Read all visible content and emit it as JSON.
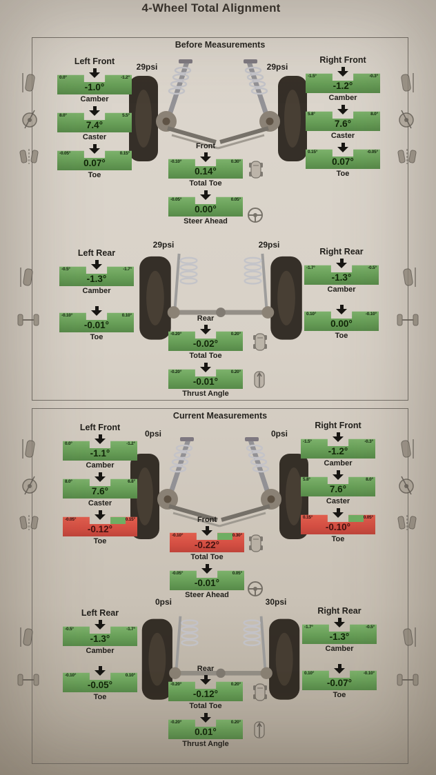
{
  "title": "4-Wheel Total Alignment",
  "colors": {
    "ok_bar": "#6fae63",
    "alert_bar": "#d44f43",
    "arrow": "#181613",
    "paper": "#d8d1c7"
  },
  "icons": {
    "down-arrow": "solid black arrow pointing down",
    "camber": "front-view tilted wheel",
    "caster": "side-view wheel with axis line",
    "toe": "top-view angled wheels",
    "vehicle": "car top view",
    "steering": "steering wheel",
    "axle": "rear axle top view",
    "thrust": "car top view with direction arrow"
  },
  "sections": {
    "before": {
      "title": "Before Measurements",
      "front": {
        "center_label": "Front",
        "left": {
          "label": "Left Front",
          "psi": "29psi",
          "camber": {
            "left": "0.0°",
            "right": "-1.2°",
            "value": "-1.0°",
            "caption": "Camber",
            "state": "ok"
          },
          "caster": {
            "left": "8.0°",
            "right": "5.5°",
            "value": "7.4°",
            "caption": "Caster",
            "state": "ok"
          },
          "toe": {
            "left": "-0.05°",
            "right": "0.15°",
            "value": "0.07°",
            "caption": "Toe",
            "state": "ok"
          }
        },
        "right": {
          "label": "Right Front",
          "psi": "29psi",
          "camber": {
            "left": "-1.5°",
            "right": "-0.3°",
            "value": "-1.2°",
            "caption": "Camber",
            "state": "ok"
          },
          "caster": {
            "left": "5.8°",
            "right": "8.0°",
            "value": "7.6°",
            "caption": "Caster",
            "state": "ok"
          },
          "toe": {
            "left": "0.15°",
            "right": "-0.05°",
            "value": "0.07°",
            "caption": "Toe",
            "state": "ok"
          }
        },
        "total_toe": {
          "left": "-0.10°",
          "right": "0.30°",
          "value": "0.14°",
          "caption": "Total Toe",
          "state": "ok"
        },
        "steer_ahead": {
          "left": "-0.05°",
          "right": "0.05°",
          "value": "0.00°",
          "caption": "Steer Ahead",
          "state": "ok"
        }
      },
      "rear": {
        "center_label": "Rear",
        "left": {
          "label": "Left Rear",
          "psi": "29psi",
          "camber": {
            "left": "-0.5°",
            "right": "-1.7°",
            "value": "-1.3°",
            "caption": "Camber",
            "state": "ok"
          },
          "toe": {
            "left": "-0.10°",
            "right": "0.10°",
            "value": "-0.01°",
            "caption": "Toe",
            "state": "ok"
          }
        },
        "right": {
          "label": "Right Rear",
          "psi": "29psi",
          "camber": {
            "left": "-1.7°",
            "right": "-0.5°",
            "value": "-1.3°",
            "caption": "Camber",
            "state": "ok"
          },
          "toe": {
            "left": "0.10°",
            "right": "-0.10°",
            "value": "0.00°",
            "caption": "Toe",
            "state": "ok"
          }
        },
        "total_toe": {
          "left": "-0.20°",
          "right": "0.20°",
          "value": "-0.02°",
          "caption": "Total Toe",
          "state": "ok"
        },
        "thrust_angle": {
          "left": "-0.20°",
          "right": "0.20°",
          "value": "-0.01°",
          "caption": "Thrust Angle",
          "state": "ok"
        }
      }
    },
    "current": {
      "title": "Current Measurements",
      "front": {
        "center_label": "Front",
        "left": {
          "label": "Left Front",
          "psi": "0psi",
          "camber": {
            "left": "0.0°",
            "right": "-1.2°",
            "value": "-1.1°",
            "caption": "Camber",
            "state": "ok"
          },
          "caster": {
            "left": "8.0°",
            "right": "6.8°",
            "value": "7.6°",
            "caption": "Caster",
            "state": "ok"
          },
          "toe": {
            "left": "-0.05°",
            "right": "0.15°",
            "value": "-0.12°",
            "caption": "Toe",
            "state": "alert"
          }
        },
        "right": {
          "label": "Right Front",
          "psi": "0psi",
          "camber": {
            "left": "-1.5°",
            "right": "-0.3°",
            "value": "-1.2°",
            "caption": "Camber",
            "state": "ok"
          },
          "caster": {
            "left": "5.8°",
            "right": "8.0°",
            "value": "7.6°",
            "caption": "Caster",
            "state": "ok"
          },
          "toe": {
            "left": "0.15°",
            "right": "-0.05°",
            "value": "-0.10°",
            "caption": "Toe",
            "state": "alert"
          }
        },
        "total_toe": {
          "left": "-0.10°",
          "right": "0.30°",
          "value": "-0.22°",
          "caption": "Total Toe",
          "state": "alert"
        },
        "steer_ahead": {
          "left": "-0.05°",
          "right": "0.05°",
          "value": "-0.01°",
          "caption": "Steer Ahead",
          "state": "ok"
        }
      },
      "rear": {
        "center_label": "Rear",
        "left": {
          "label": "Left Rear",
          "psi": "0psi",
          "camber": {
            "left": "-0.5°",
            "right": "-1.7°",
            "value": "-1.3°",
            "caption": "Camber",
            "state": "ok"
          },
          "toe": {
            "left": "-0.10°",
            "right": "0.10°",
            "value": "-0.05°",
            "caption": "Toe",
            "state": "ok"
          }
        },
        "right": {
          "label": "Right Rear",
          "psi": "30psi",
          "camber": {
            "left": "-1.7°",
            "right": "-0.5°",
            "value": "-1.3°",
            "caption": "Camber",
            "state": "ok"
          },
          "toe": {
            "left": "0.10°",
            "right": "-0.10°",
            "value": "-0.07°",
            "caption": "Toe",
            "state": "ok"
          }
        },
        "total_toe": {
          "left": "-0.20°",
          "right": "0.20°",
          "value": "-0.12°",
          "caption": "Total Toe",
          "state": "ok"
        },
        "thrust_angle": {
          "left": "-0.20°",
          "right": "0.20°",
          "value": "0.01°",
          "caption": "Thrust Angle",
          "state": "ok"
        }
      }
    }
  }
}
